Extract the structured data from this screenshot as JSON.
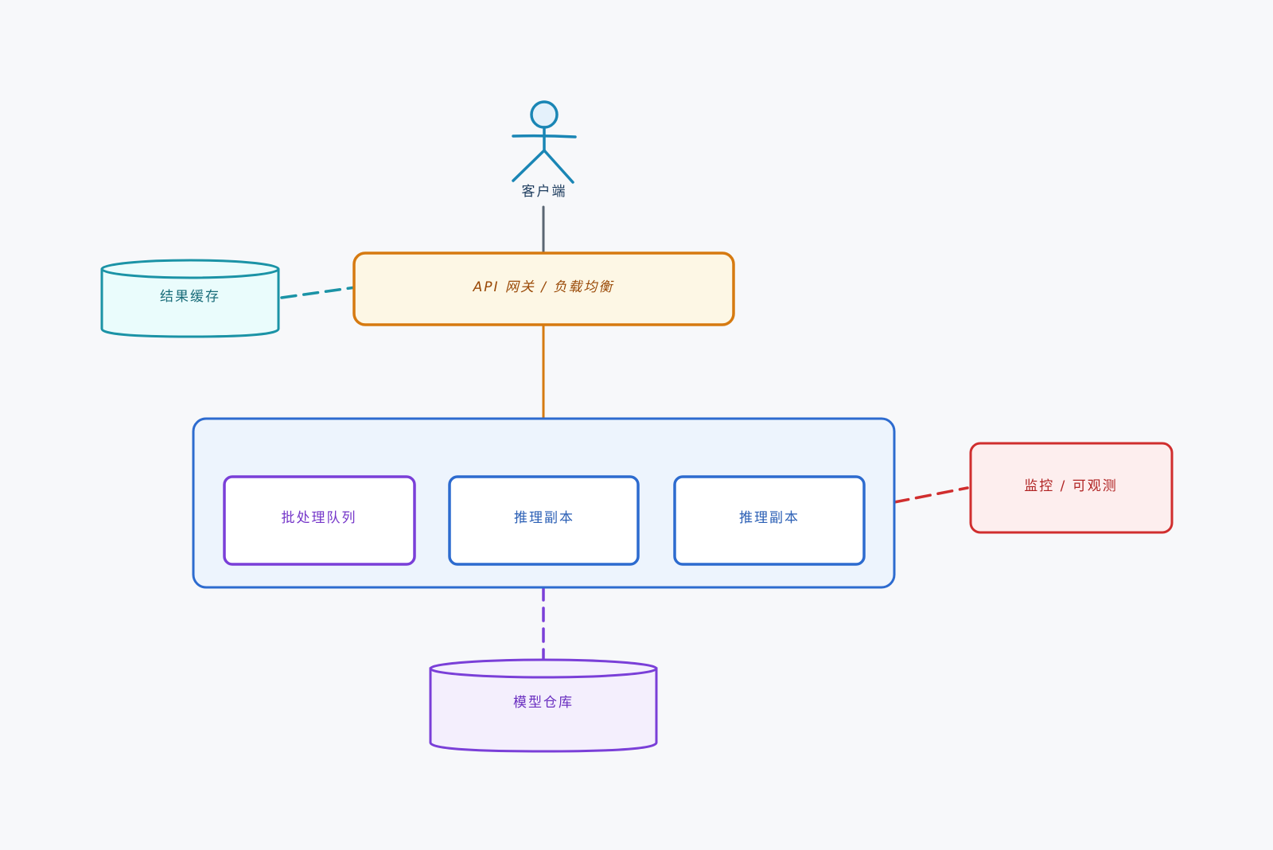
{
  "colors": {
    "background": "#f7f8fa",
    "client": "#1a86b5",
    "client_fill": "#e4f1fb",
    "client_text": "#1b3a5c",
    "gateway": "#d67a10",
    "gateway_fill": "#fdf7e5",
    "gateway_text": "#9a4a08",
    "cache": "#1b93a6",
    "cache_fill": "#eafcfc",
    "cache_text": "#1a6d7a",
    "cluster": "#2d6bcf",
    "cluster_fill": "#edf4fd",
    "replica": "#2d6bcf",
    "replica_text": "#2b5fb5",
    "queue": "#7a3fd8",
    "queue_text": "#7536c9",
    "store": "#7a3fd8",
    "store_fill": "#f4effd",
    "store_text": "#6a2fc0",
    "monitor": "#d02e2e",
    "monitor_fill": "#fdeeee",
    "monitor_text": "#b02323",
    "edge_client": "#5b6673"
  },
  "nodes": {
    "client": {
      "label": "客户端",
      "icon": "person-icon"
    },
    "gateway": {
      "label": "API 网关 / 负载均衡"
    },
    "cache": {
      "label": "结果缓存",
      "icon": "database-icon"
    },
    "queue": {
      "label": "批处理队列"
    },
    "replica_1": {
      "label": "推理副本"
    },
    "replica_2": {
      "label": "推理副本"
    },
    "monitor": {
      "label": "监控 / 可观测"
    },
    "model_store": {
      "label": "模型仓库",
      "icon": "database-icon"
    }
  }
}
